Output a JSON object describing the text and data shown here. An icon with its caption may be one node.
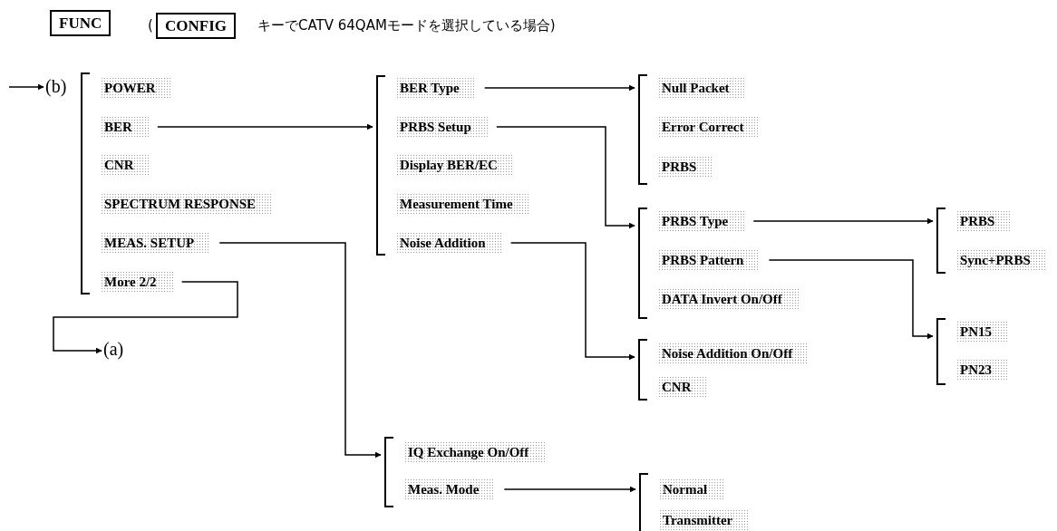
{
  "diagram": {
    "nodes": [
      {
        "text": [
          "FUNC"
        ]
      },
      {
        "text": [
          "CONFIG"
        ]
      },
      {
        "text": [
          "(b)"
        ]
      },
      {
        "text": [],
        "shape": "bracket"
      },
      {
        "text": [
          "POWER"
        ],
        "in": 3
      },
      {
        "text": [
          "BER"
        ],
        "in": 3
      },
      {
        "text": [
          "CNR"
        ],
        "in": 3
      },
      {
        "text": [
          "SPECTRUM RESPONSE"
        ],
        "in": 3
      },
      {
        "text": [
          "MEAS. SETUP"
        ],
        "in": 3
      },
      {
        "text": [
          "More 2/2"
        ],
        "in": 3
      },
      {
        "text": [
          "(a)"
        ]
      },
      {
        "text": [],
        "shape": "bracket"
      },
      {
        "text": [
          "BER Type"
        ],
        "in": 11
      },
      {
        "text": [
          "PRBS Setup"
        ],
        "in": 11
      },
      {
        "text": [
          "Display BER/EC"
        ],
        "in": 11
      },
      {
        "text": [
          "Measurement Time"
        ],
        "in": 11
      },
      {
        "text": [
          "Noise Addition"
        ],
        "in": 11
      },
      {
        "text": [],
        "shape": "bracket"
      },
      {
        "text": [
          "Null Packet"
        ],
        "in": 17
      },
      {
        "text": [
          "Error Correct"
        ],
        "in": 17
      },
      {
        "text": [
          "PRBS"
        ],
        "in": 17
      },
      {
        "text": [],
        "shape": "bracket"
      },
      {
        "text": [
          "PRBS Type"
        ],
        "in": 21
      },
      {
        "text": [
          "PRBS Pattern"
        ],
        "in": 21
      },
      {
        "text": [
          "DATA Invert On/Off"
        ],
        "in": 21
      },
      {
        "text": [],
        "shape": "bracket"
      },
      {
        "text": [
          "PRBS"
        ],
        "in": 25
      },
      {
        "text": [
          "Sync+PRBS"
        ],
        "in": 25
      },
      {
        "text": [],
        "shape": "bracket"
      },
      {
        "text": [
          "PN15"
        ],
        "in": 28
      },
      {
        "text": [
          "PN23"
        ],
        "in": 28
      },
      {
        "text": [],
        "shape": "bracket"
      },
      {
        "text": [
          "Noise Addition On/Off"
        ],
        "in": 31
      },
      {
        "text": [
          "CNR"
        ],
        "in": 31
      },
      {
        "text": [],
        "shape": "bracket"
      },
      {
        "text": [
          "IQ Exchange On/Off"
        ],
        "in": 34
      },
      {
        "text": [
          "Meas. Mode"
        ],
        "in": 34
      },
      {
        "text": [],
        "shape": "bracket"
      },
      {
        "text": [
          "Normal"
        ],
        "in": 37
      },
      {
        "text": [
          "Transmitter"
        ],
        "in": 37
      }
    ],
    "edges": [
      {
        "from": null,
        "to": 2,
        "arrow": "to"
      },
      {
        "from": 5,
        "to": 11,
        "arrow": "to"
      },
      {
        "from": 12,
        "to": 17,
        "arrow": "to"
      },
      {
        "from": 13,
        "to": 21,
        "arrow": "to"
      },
      {
        "from": 22,
        "to": 25,
        "arrow": "to"
      },
      {
        "from": 23,
        "to": 28,
        "arrow": "to"
      },
      {
        "from": 16,
        "to": 31,
        "arrow": "to"
      },
      {
        "from": 8,
        "to": 34,
        "arrow": "to"
      },
      {
        "from": 36,
        "to": 37,
        "arrow": "to"
      },
      {
        "from": 9,
        "to": 10,
        "arrow": "to"
      }
    ],
    "labels": [
      "(",
      "キーでCATV 64QAMモードを選択している場合)"
    ]
  }
}
